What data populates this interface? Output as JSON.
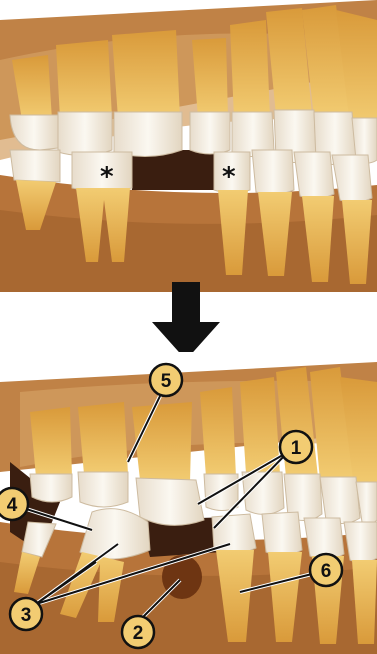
{
  "figure": {
    "before_markers": [
      "*",
      "*"
    ],
    "after_callouts": [
      "1",
      "2",
      "3",
      "4",
      "5",
      "6"
    ],
    "colors": {
      "gum": "#c98a4a",
      "bone": "#a8662c",
      "tooth_crown": "#f7f1e6",
      "tooth_root": "#e8b85a",
      "gap": "#3a1e10",
      "arrow": "#111111"
    },
    "arrow_icon": "down-arrow-icon"
  }
}
